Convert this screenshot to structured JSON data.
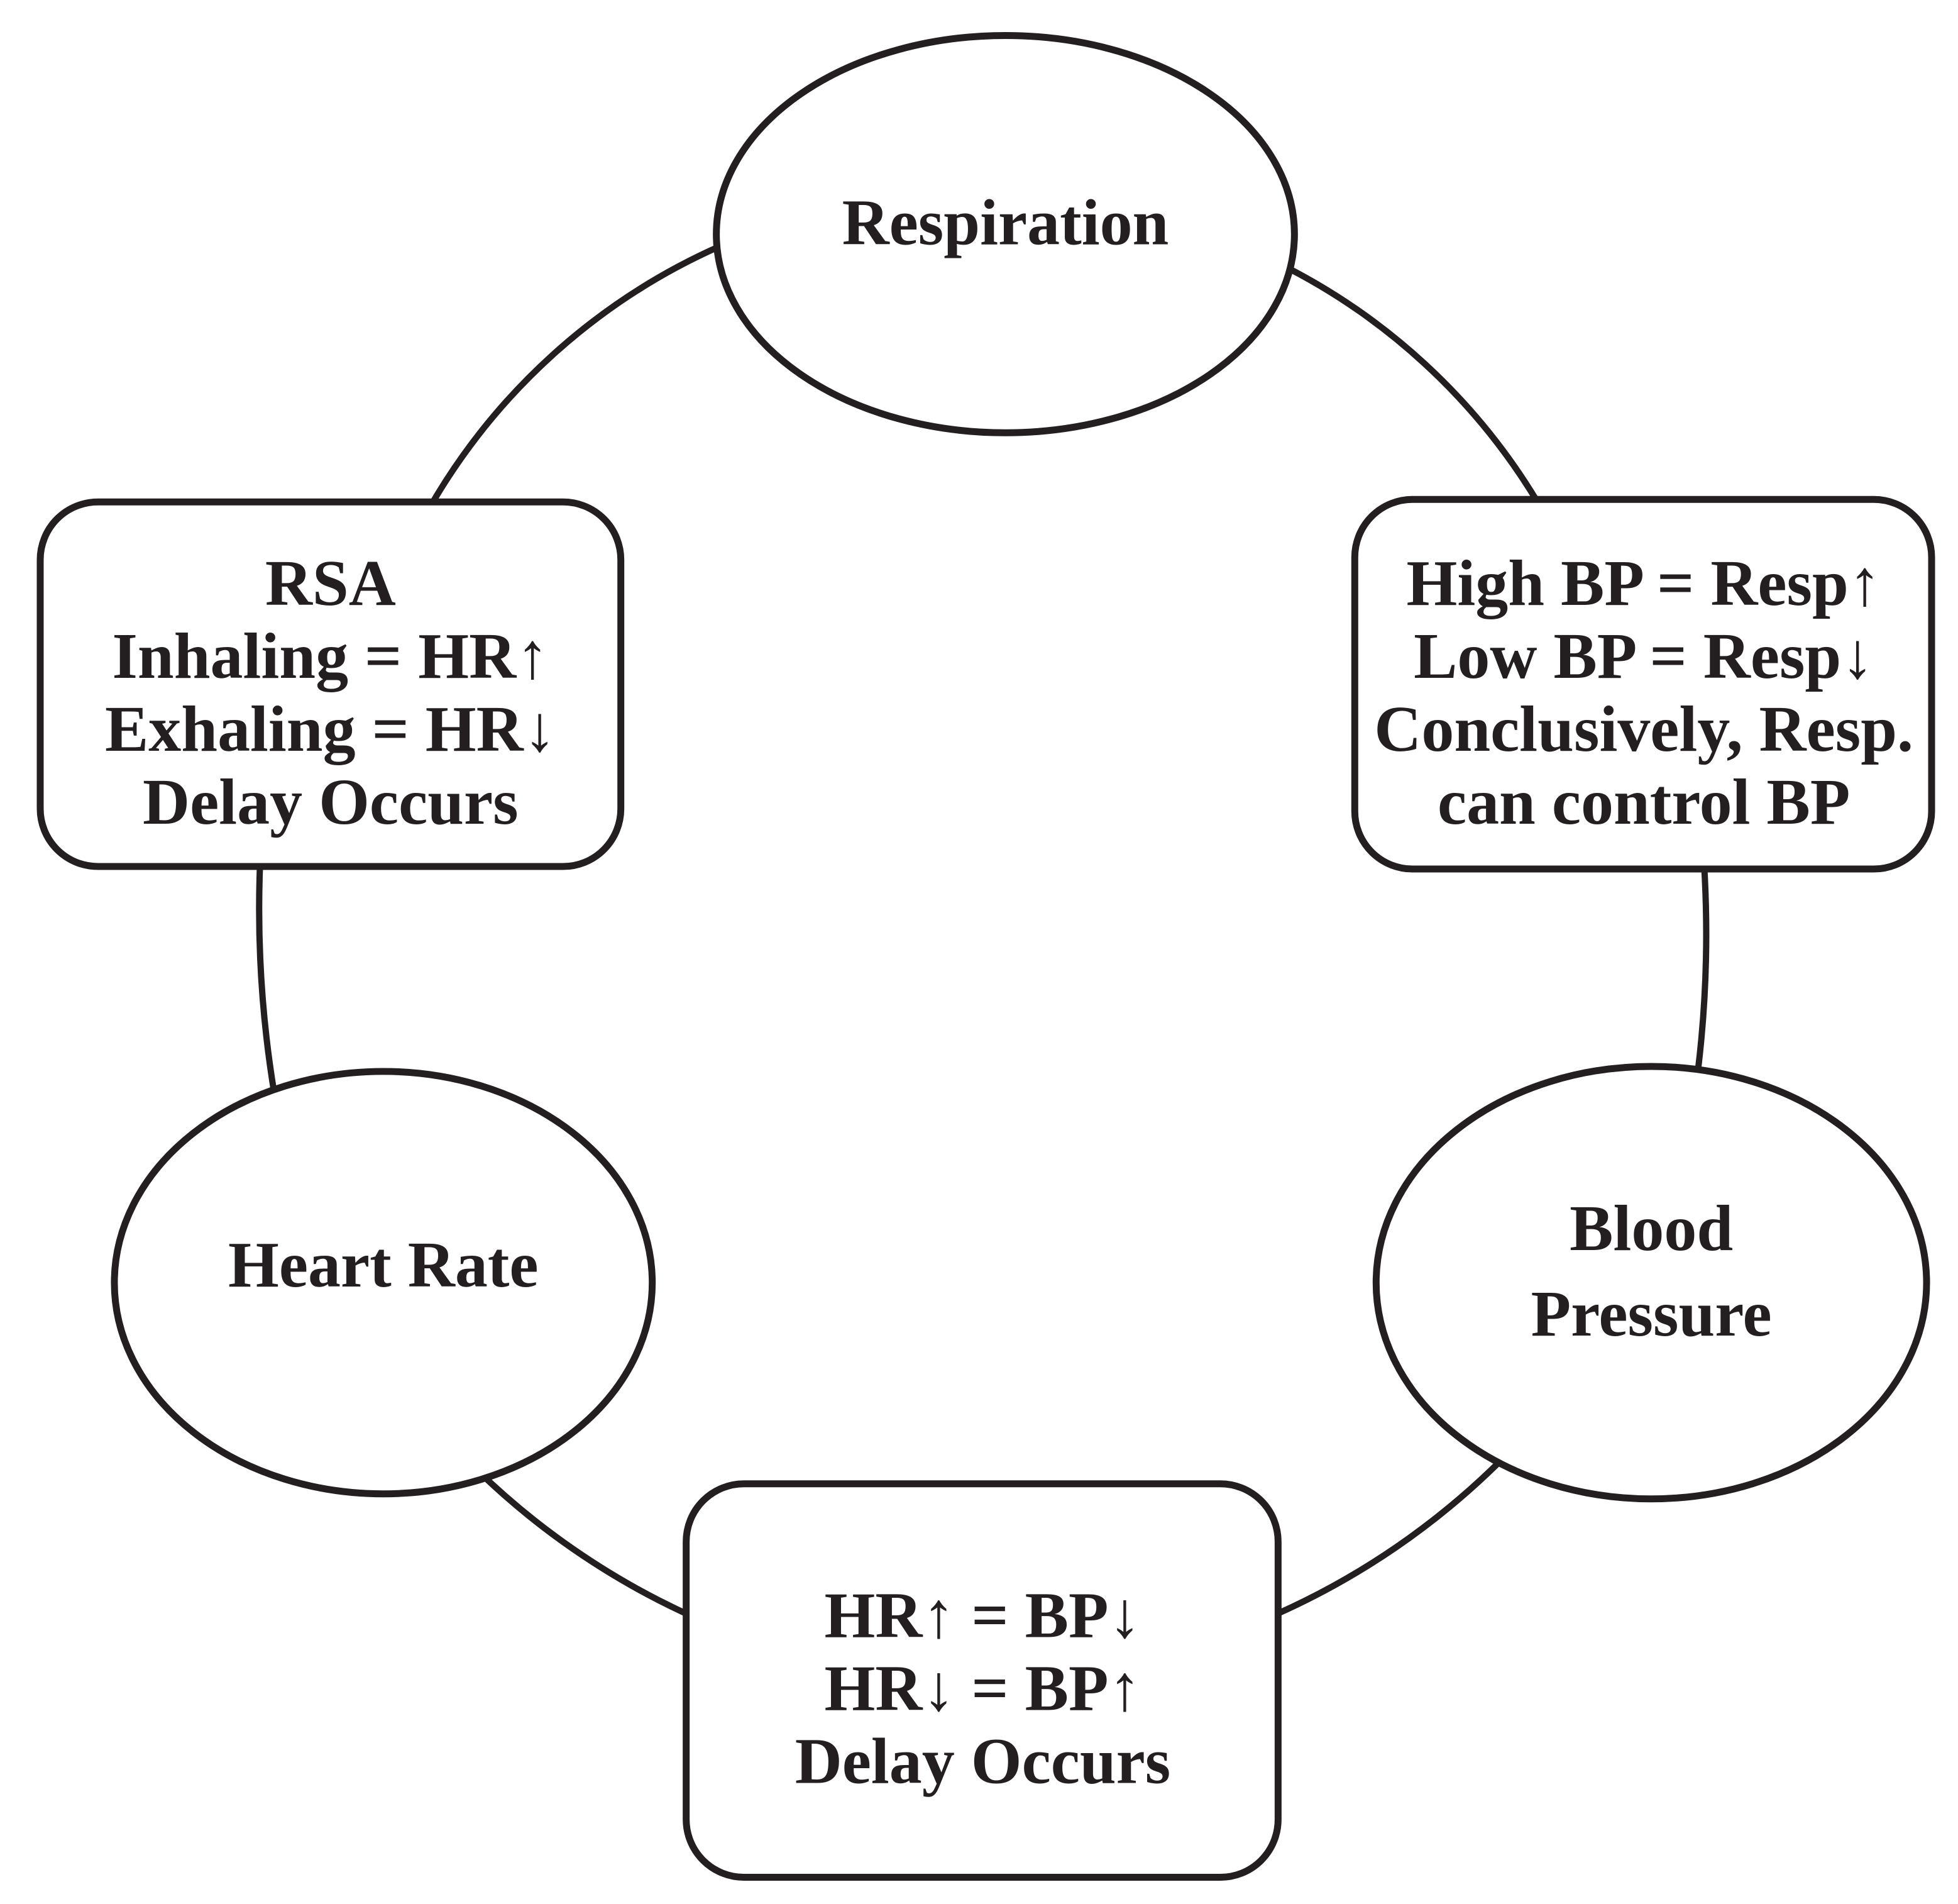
{
  "diagram": {
    "colors": {
      "ink": "#231f20",
      "background": "#ffffff"
    },
    "nodes": {
      "respiration": {
        "shape": "ellipse",
        "lines": [
          "Respiration"
        ]
      },
      "rsa": {
        "shape": "rounded-rect",
        "lines": [
          "RSA",
          "Inhaling = HR↑",
          "Exhaling = HR↓",
          "Delay Occurs"
        ]
      },
      "resp_controls_bp": {
        "shape": "rounded-rect",
        "lines": [
          "High BP = Resp↑",
          "Low BP = Resp↓",
          "Conclusively, Resp.",
          "can control BP"
        ]
      },
      "heart_rate": {
        "shape": "ellipse",
        "lines": [
          "Heart Rate"
        ]
      },
      "blood_pressure": {
        "shape": "ellipse",
        "lines": [
          "Blood",
          "Pressure"
        ]
      },
      "hr_bp_relation": {
        "shape": "rounded-rect",
        "lines": [
          "HR↑ = BP↓",
          "HR↓ = BP↑",
          "Delay Occurs"
        ]
      }
    },
    "edges": [
      {
        "from": "respiration",
        "to": "rsa"
      },
      {
        "from": "respiration",
        "to": "resp_controls_bp"
      },
      {
        "from": "rsa",
        "to": "heart_rate"
      },
      {
        "from": "resp_controls_bp",
        "to": "blood_pressure"
      },
      {
        "from": "heart_rate",
        "to": "hr_bp_relation"
      },
      {
        "from": "blood_pressure",
        "to": "hr_bp_relation"
      }
    ]
  }
}
